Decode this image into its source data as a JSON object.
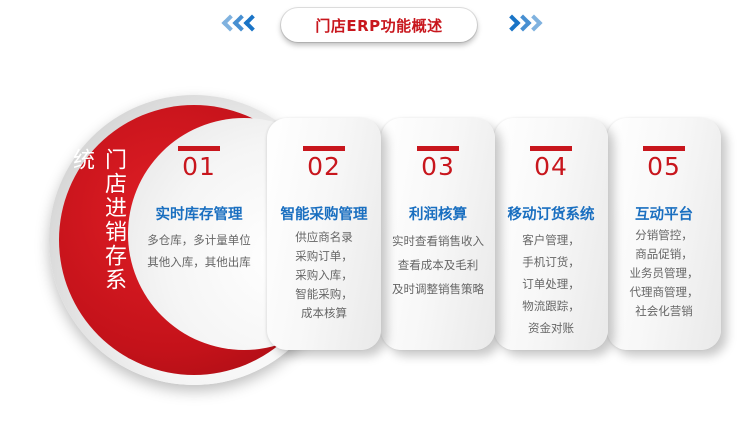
{
  "header": {
    "title": "门店ERP功能概述"
  },
  "center": {
    "label": "门店进销存系统"
  },
  "colors": {
    "accent_red": "#c8161d",
    "title_blue": "#1a6fc0",
    "chevron_blue": "#1a74c6",
    "body_text": "#666666"
  },
  "cards": [
    {
      "num": "01",
      "title": "实时库存管理",
      "lines": [
        "多仓库，多计量单位",
        "其他入库，其他出库"
      ]
    },
    {
      "num": "02",
      "title": "智能采购管理",
      "lines": [
        "供应商名录",
        "采购订单，",
        "采购入库，",
        "智能采购，",
        "成本核算"
      ]
    },
    {
      "num": "03",
      "title": "利润核算",
      "lines": [
        "实时查看销售收入",
        "查看成本及毛利",
        "及时调整销售策略"
      ]
    },
    {
      "num": "04",
      "title": "移动订货系统",
      "lines": [
        "客户管理，",
        "手机订货，",
        "订单处理，",
        "物流跟踪，",
        "资金对账"
      ]
    },
    {
      "num": "05",
      "title": "互动平台",
      "lines": [
        "分销管控，",
        "商品促销，",
        "业务员管理，",
        "代理商管理，",
        "社会化营销"
      ]
    }
  ]
}
